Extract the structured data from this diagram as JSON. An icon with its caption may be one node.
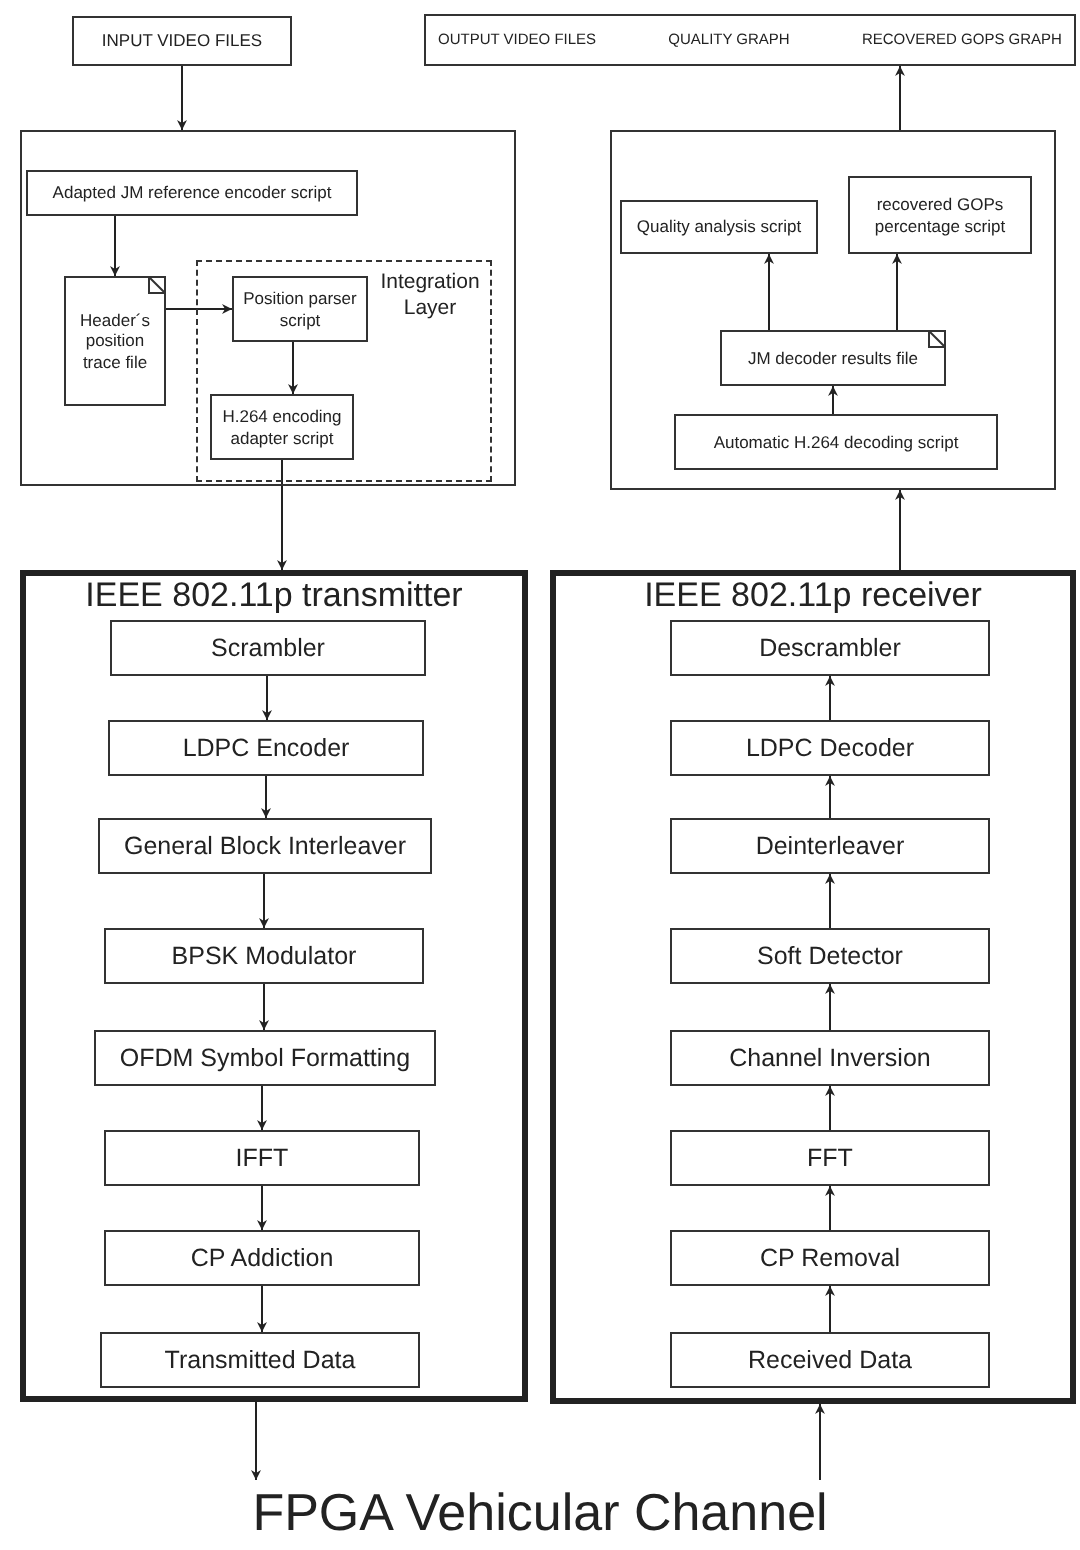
{
  "diagram": {
    "nodes": [
      {
        "text": [
          "INPUT VIDEO FILES"
        ]
      },
      {
        "text": [],
        "shape": "box"
      },
      {
        "text": [
          "Adapted JM reference encoder script"
        ],
        "in": 1
      },
      {
        "text": [
          "Header´s position trace file"
        ],
        "in": 1
      },
      {
        "text": [
          "Integration Layer"
        ],
        "in": 1
      },
      {
        "text": [
          "Position parser script"
        ],
        "in": 4
      },
      {
        "text": [
          "H.264 encoding adapter script"
        ],
        "in": 4
      },
      {
        "text": [
          "OUTPUT VIDEO FILES",
          "QUALITY GRAPH",
          "RECOVERED GOPS GRAPH"
        ]
      },
      {
        "text": [],
        "shape": "box"
      },
      {
        "text": [
          "Quality analysis script"
        ],
        "in": 8
      },
      {
        "text": [
          "recovered GOPs percentage script"
        ],
        "in": 8
      },
      {
        "text": [
          "JM decoder results file"
        ],
        "in": 8
      },
      {
        "text": [
          "Automatic H.264 decoding script"
        ],
        "in": 8
      },
      {
        "text": [
          "IEEE 802.11p transmitter"
        ]
      },
      {
        "text": [
          "Scrambler"
        ],
        "in": 13
      },
      {
        "text": [
          "LDPC Encoder"
        ],
        "in": 13
      },
      {
        "text": [
          "General Block Interleaver"
        ],
        "in": 13
      },
      {
        "text": [
          "BPSK Modulator"
        ],
        "in": 13
      },
      {
        "text": [
          "OFDM Symbol Formatting"
        ],
        "in": 13
      },
      {
        "text": [
          "IFFT"
        ],
        "in": 13
      },
      {
        "text": [
          "CP Addiction"
        ],
        "in": 13
      },
      {
        "text": [
          "Transmitted Data"
        ],
        "in": 13
      },
      {
        "text": [
          "IEEE 802.11p receiver"
        ]
      },
      {
        "text": [
          "Descrambler"
        ],
        "in": 22
      },
      {
        "text": [
          "LDPC Decoder"
        ],
        "in": 22
      },
      {
        "text": [
          "Deinterleaver"
        ],
        "in": 22
      },
      {
        "text": [
          "Soft Detector"
        ],
        "in": 22
      },
      {
        "text": [
          "Channel Inversion"
        ],
        "in": 22
      },
      {
        "text": [
          "FFT"
        ],
        "in": 22
      },
      {
        "text": [
          "CP Removal"
        ],
        "in": 22
      },
      {
        "text": [
          "Received Data"
        ],
        "in": 22
      },
      {
        "text": [
          "FPGA Vehicular Channel"
        ]
      }
    ],
    "edges": [
      {
        "from": 0,
        "to": 1,
        "arrow": "to"
      },
      {
        "from": 2,
        "to": 3,
        "arrow": "to"
      },
      {
        "from": 3,
        "to": 5,
        "arrow": "to"
      },
      {
        "from": 5,
        "to": 6,
        "arrow": "to"
      },
      {
        "from": 6,
        "to": 13,
        "arrow": "to"
      },
      {
        "from": 12,
        "to": 11,
        "arrow": "to"
      },
      {
        "from": 11,
        "to": 9,
        "arrow": "to"
      },
      {
        "from": 11,
        "to": 10,
        "arrow": "to"
      },
      {
        "from": 8,
        "to": 7,
        "arrow": "to"
      },
      {
        "from": 22,
        "to": 8,
        "arrow": "to"
      },
      {
        "from": 14,
        "to": 15,
        "arrow": "to"
      },
      {
        "from": 15,
        "to": 16,
        "arrow": "to"
      },
      {
        "from": 16,
        "to": 17,
        "arrow": "to"
      },
      {
        "from": 17,
        "to": 18,
        "arrow": "to"
      },
      {
        "from": 18,
        "to": 19,
        "arrow": "to"
      },
      {
        "from": 19,
        "to": 20,
        "arrow": "to"
      },
      {
        "from": 20,
        "to": 21,
        "arrow": "to"
      },
      {
        "from": 13,
        "to": 31,
        "arrow": "to"
      },
      {
        "from": 31,
        "to": 22,
        "arrow": "to"
      },
      {
        "from": 30,
        "to": 29,
        "arrow": "to"
      },
      {
        "from": 29,
        "to": 28,
        "arrow": "to"
      },
      {
        "from": 28,
        "to": 27,
        "arrow": "to"
      },
      {
        "from": 27,
        "to": 26,
        "arrow": "to"
      },
      {
        "from": 26,
        "to": 25,
        "arrow": "to"
      },
      {
        "from": 25,
        "to": 24,
        "arrow": "to"
      },
      {
        "from": 24,
        "to": 23,
        "arrow": "to"
      }
    ]
  }
}
